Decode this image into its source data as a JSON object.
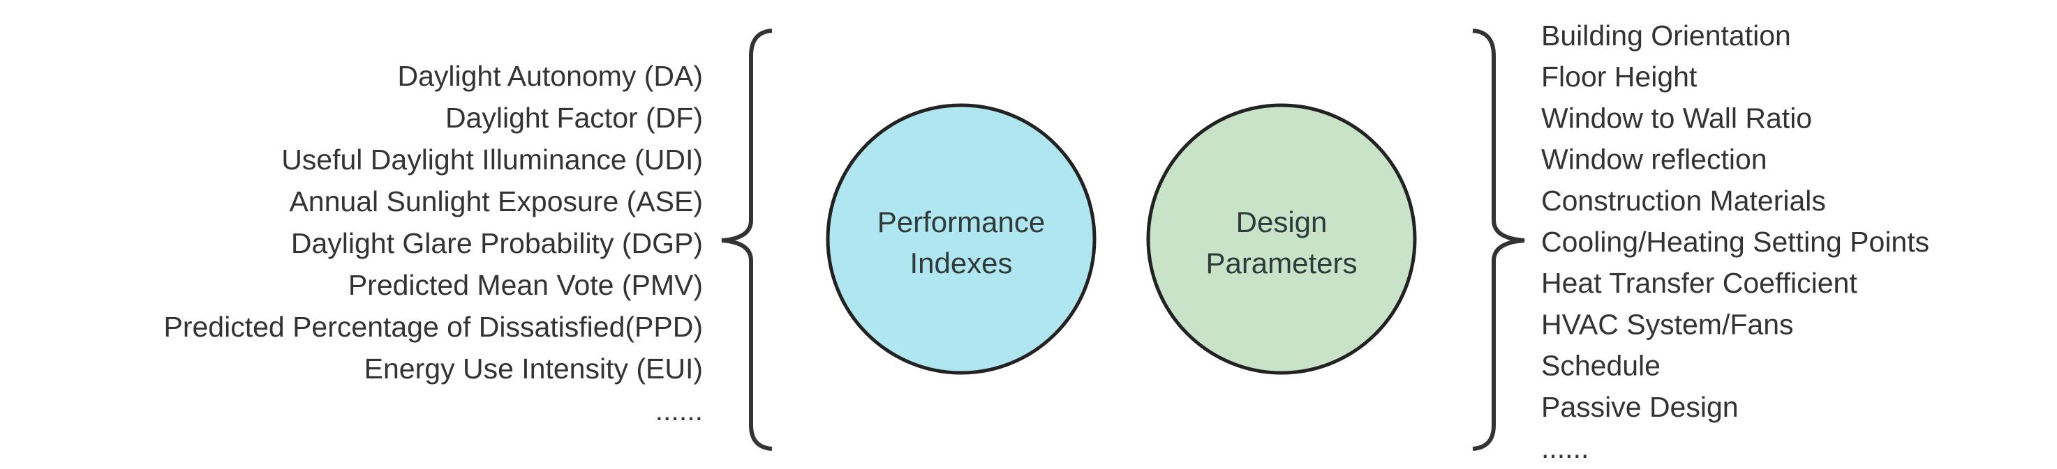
{
  "performance_indexes": {
    "items": [
      "Daylight Autonomy (DA)",
      "Daylight Factor (DF)",
      "Useful Daylight Illuminance (UDI)",
      "Annual Sunlight Exposure (ASE)",
      "Daylight Glare Probability (DGP)",
      "Predicted Mean Vote (PMV)",
      "Predicted Percentage of Dissatisfied(PPD)",
      "Energy Use Intensity (EUI)",
      "......"
    ],
    "circle": {
      "line1": "Performance",
      "line2": "Indexes",
      "color": "#b0e6ef"
    }
  },
  "design_parameters": {
    "items": [
      "Building Orientation",
      "Floor Height",
      "Window to Wall Ratio",
      "Window reflection",
      "Construction Materials",
      "Cooling/Heating Setting Points",
      "Heat Transfer Coefficient",
      "HVAC System/Fans",
      "Schedule",
      "Passive Design",
      "......"
    ],
    "circle": {
      "line1": "Design",
      "line2": "Parameters",
      "color": "#c8e3c8"
    }
  }
}
